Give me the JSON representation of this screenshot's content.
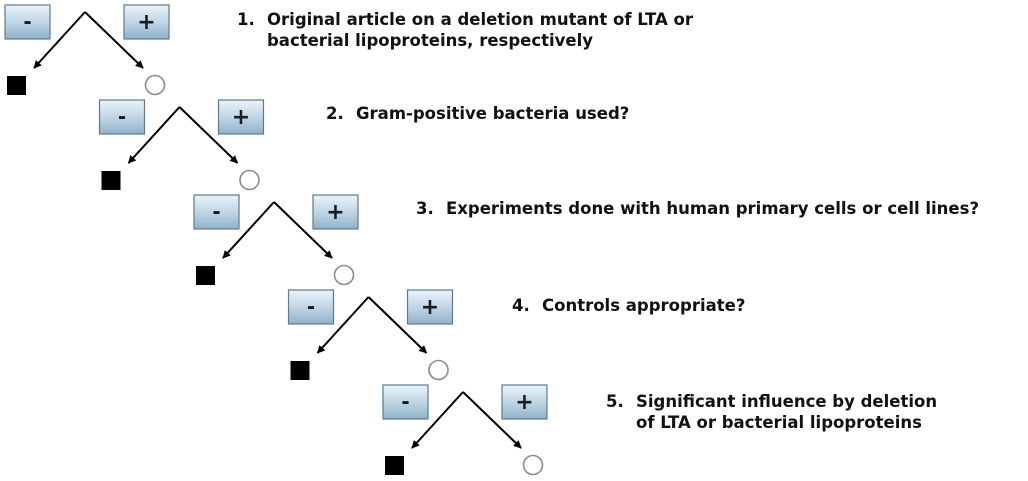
{
  "buttons": {
    "negative_label": "-",
    "positive_label": "+"
  },
  "steps": [
    {
      "number": "1.",
      "line1": "Original article on a deletion mutant of LTA or",
      "line2": "bacterial lipoproteins, respectively"
    },
    {
      "number": "2.",
      "line1": "Gram-positive bacteria used?",
      "line2": ""
    },
    {
      "number": "3.",
      "line1": "Experiments done with human primary cells or cell lines?",
      "line2": ""
    },
    {
      "number": "4.",
      "line1": "Controls appropriate?",
      "line2": ""
    },
    {
      "number": "5.",
      "line1": "Significant influence by deletion",
      "line2": "of LTA or bacterial lipoproteins"
    }
  ],
  "colors": {
    "button_top": "#eaf3fa",
    "button_bottom": "#8fb1c9",
    "button_border": "#5f7a8e",
    "arrow": "#000000",
    "negative_marker": "#000000",
    "positive_marker": "#8a8a8a"
  }
}
